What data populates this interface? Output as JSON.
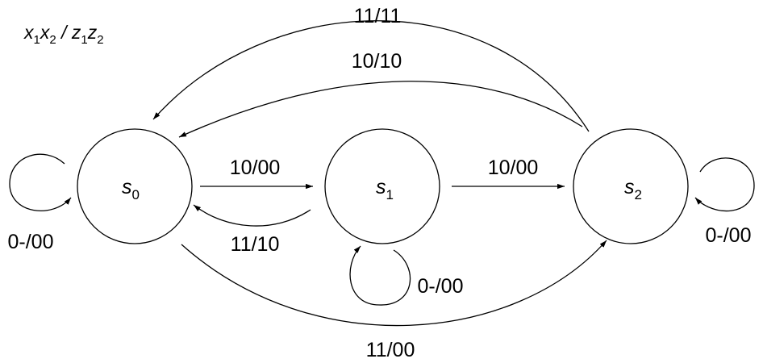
{
  "legend": {
    "x1": "x",
    "x1_sub": "1",
    "x2": "x",
    "x2_sub": "2",
    "separator": " / ",
    "z1": "z",
    "z1_sub": "1",
    "z2": "z",
    "z2_sub": "2"
  },
  "states": [
    {
      "id": "s0",
      "letter": "s",
      "sub": "0"
    },
    {
      "id": "s1",
      "letter": "s",
      "sub": "1"
    },
    {
      "id": "s2",
      "letter": "s",
      "sub": "2"
    }
  ],
  "transitions": {
    "s2_to_s0_top": "11/11",
    "s2_to_s0_mid": "10/10",
    "s0_to_s1": "10/00",
    "s1_to_s0": "11/10",
    "s1_to_s2": "10/00",
    "s0_to_s2": "11/00",
    "s0_self": "0-/00",
    "s1_self": "0-/00",
    "s2_self": "0-/00"
  },
  "colors": {
    "stroke": "#000000",
    "background": "#ffffff"
  }
}
